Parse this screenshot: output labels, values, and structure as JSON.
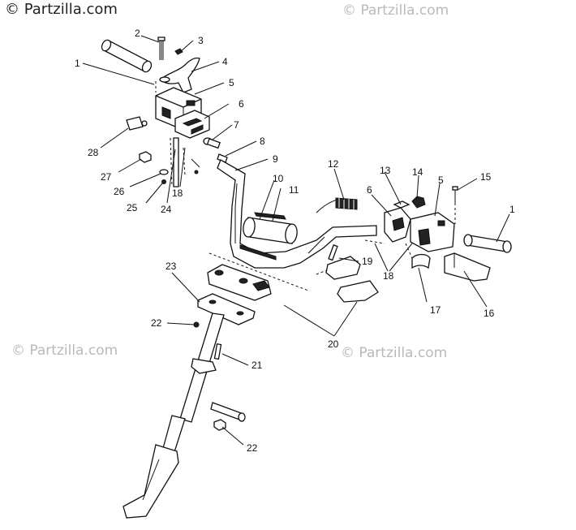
{
  "watermarks": {
    "top_left": "© Partzilla.com",
    "top_right": "© Partzilla.com",
    "mid_left": "© Partzilla.com",
    "mid_right": "© Partzilla.com"
  },
  "callouts": [
    {
      "id": "c1a",
      "text": "1"
    },
    {
      "id": "c2",
      "text": "2"
    },
    {
      "id": "c3",
      "text": "3"
    },
    {
      "id": "c4",
      "text": "4"
    },
    {
      "id": "c5a",
      "text": "5"
    },
    {
      "id": "c6a",
      "text": "6"
    },
    {
      "id": "c7",
      "text": "7"
    },
    {
      "id": "c8",
      "text": "8"
    },
    {
      "id": "c9",
      "text": "9"
    },
    {
      "id": "c10",
      "text": "10"
    },
    {
      "id": "c11",
      "text": "11"
    },
    {
      "id": "c12",
      "text": "12"
    },
    {
      "id": "c13",
      "text": "13"
    },
    {
      "id": "c14",
      "text": "14"
    },
    {
      "id": "c5b",
      "text": "5"
    },
    {
      "id": "c15",
      "text": "15"
    },
    {
      "id": "c6b",
      "text": "6"
    },
    {
      "id": "c1b",
      "text": "1"
    },
    {
      "id": "c28",
      "text": "28"
    },
    {
      "id": "c27",
      "text": "27"
    },
    {
      "id": "c26",
      "text": "26"
    },
    {
      "id": "c25",
      "text": "25"
    },
    {
      "id": "c24",
      "text": "24"
    },
    {
      "id": "c18a",
      "text": "18"
    },
    {
      "id": "c19",
      "text": "19"
    },
    {
      "id": "c18b",
      "text": "18"
    },
    {
      "id": "c17",
      "text": "17"
    },
    {
      "id": "c16",
      "text": "16"
    },
    {
      "id": "c23",
      "text": "23"
    },
    {
      "id": "c22a",
      "text": "22"
    },
    {
      "id": "c20",
      "text": "20"
    },
    {
      "id": "c21",
      "text": "21"
    },
    {
      "id": "c22b",
      "text": "22"
    }
  ]
}
